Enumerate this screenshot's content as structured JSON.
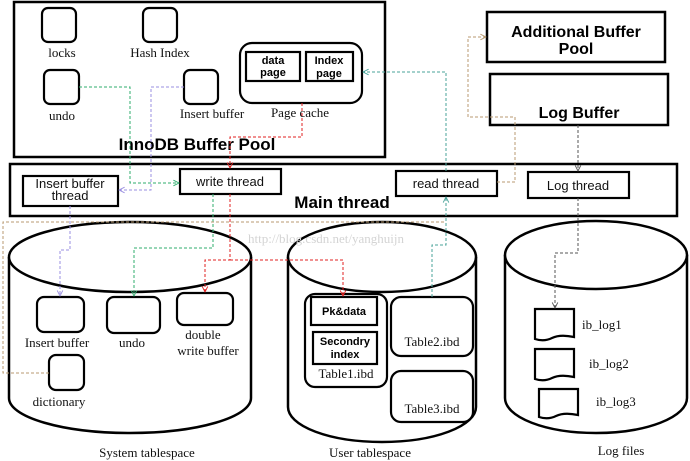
{
  "buffer_pool": {
    "title": "InnoDB Buffer Pool",
    "items": {
      "locks": "locks",
      "hash_index": "Hash Index",
      "undo": "undo",
      "insert_buffer": "Insert buffer"
    },
    "page_cache": {
      "label": "Page cache",
      "data_page": [
        "data",
        "page"
      ],
      "index_page": [
        "Index",
        "page"
      ]
    }
  },
  "additional_buffer_pool": {
    "line1": "Additional Buffer",
    "line2": "Pool"
  },
  "log_buffer": {
    "label": "Log Buffer"
  },
  "main_thread": {
    "title": "Main thread",
    "threads": {
      "insert_buffer_thread": [
        "Insert buffer",
        "thread"
      ],
      "write_thread": "write thread",
      "read_thread": "read thread",
      "log_thread": "Log thread"
    }
  },
  "system_tablespace": {
    "label": "System tablespace",
    "items": {
      "insert_buffer": "Insert buffer",
      "undo": "undo",
      "double_write_buffer": [
        "double",
        "write buffer"
      ],
      "dictionary": "dictionary"
    }
  },
  "user_tablespace": {
    "label": "User tablespace",
    "table1": {
      "file": "Table1.ibd",
      "pk_data": "Pk&data",
      "secondary_index": [
        "Secondry",
        "index"
      ]
    },
    "table2": "Table2.ibd",
    "table3": "Table3.ibd"
  },
  "log_files": {
    "label": "Log files",
    "files": [
      "ib_log1",
      "ib_log2",
      "ib_log3"
    ]
  },
  "watermark": "http://blog.csdn.net/yanghuijn",
  "colors": {
    "undo_flow": "#2fae6e",
    "insert_buffer_flow": "#9a8fe0",
    "page_flush_flow": "#e02020",
    "read_flow": "#4aa39a",
    "additional_flow": "#b89a70",
    "log_flow": "#555555"
  }
}
